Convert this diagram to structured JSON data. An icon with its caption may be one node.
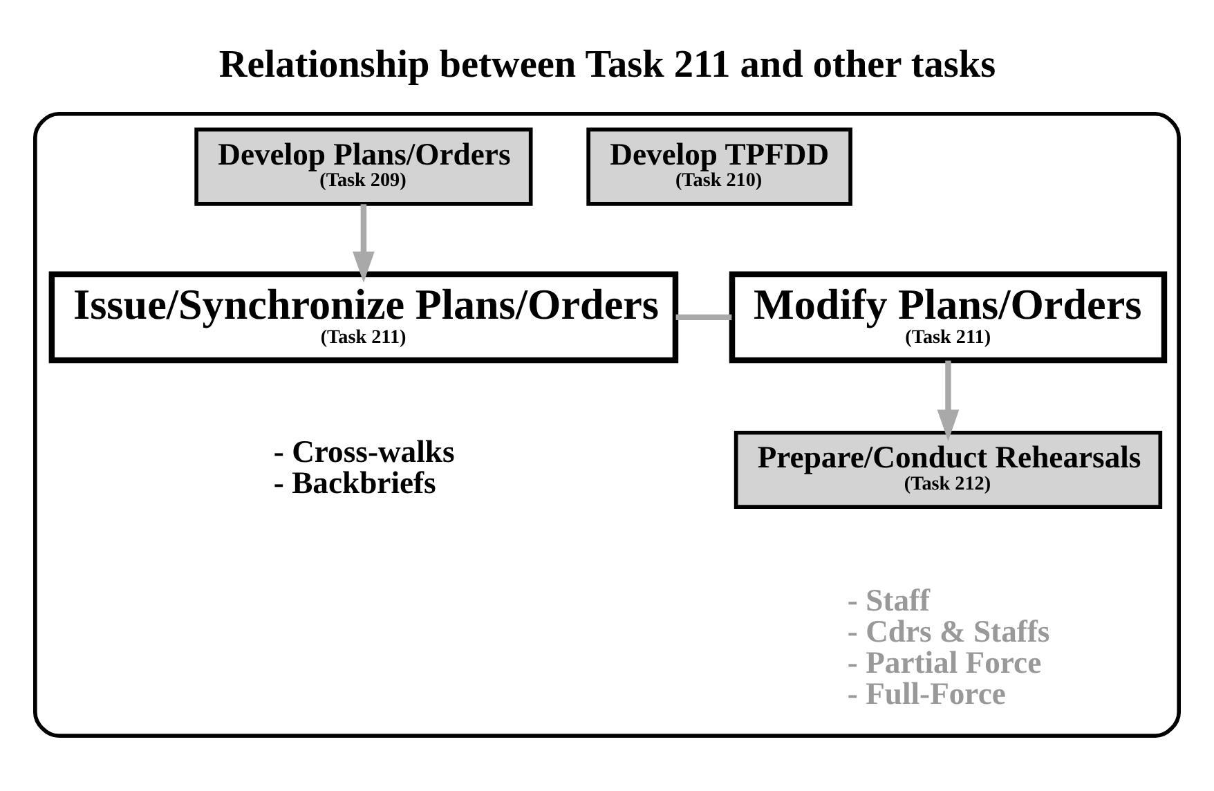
{
  "diagram": {
    "title": "Relationship between Task 211 and other tasks",
    "nodes": [
      {
        "text": [],
        "shape": "box"
      },
      {
        "text": [
          "Develop Plans/Orders",
          "(Task 209)"
        ],
        "in": 0
      },
      {
        "text": [
          "Develop TPFDD",
          "(Task 210)"
        ],
        "in": 0
      },
      {
        "text": [
          "Issue/Synchronize Plans/Orders",
          "(Task 211)"
        ],
        "in": 0,
        "beside": [
          "- Cross-walks",
          "- Backbriefs"
        ]
      },
      {
        "text": [
          "Modify Plans/Orders",
          "(Task 211)"
        ],
        "in": 0
      },
      {
        "text": [
          "Prepare/Conduct Rehearsals",
          "(Task 212)"
        ],
        "in": 0,
        "beside": [
          "- Staff",
          "- Cdrs & Staffs",
          "- Partial Force",
          "- Full-Force"
        ]
      }
    ],
    "edges": [
      {
        "from": 1,
        "to": 3,
        "arrow": "to"
      },
      {
        "from": 3,
        "to": 4,
        "arrow": "none"
      },
      {
        "from": 4,
        "to": 5,
        "arrow": "to"
      }
    ]
  }
}
